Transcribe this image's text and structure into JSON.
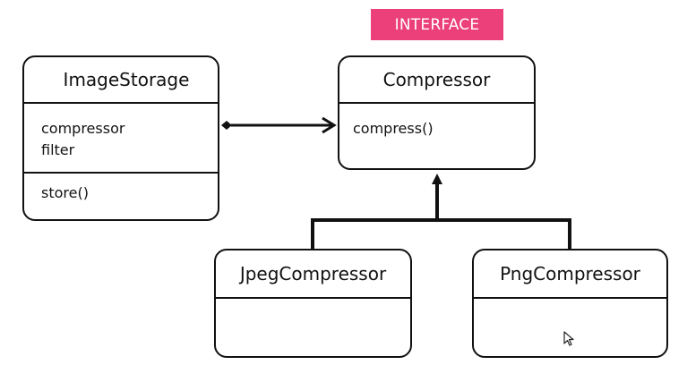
{
  "stereotype": "INTERFACE",
  "classes": {
    "image_storage": {
      "name": "ImageStorage",
      "fields": [
        "compressor",
        "filter"
      ],
      "methods": [
        "store()"
      ]
    },
    "compressor": {
      "name": "Compressor",
      "methods": [
        "compress()"
      ]
    },
    "jpeg_compressor": {
      "name": "JpegCompressor"
    },
    "png_compressor": {
      "name": "PngCompressor"
    }
  },
  "colors": {
    "stereotype_bg": "#ec407a",
    "stroke": "#111111"
  },
  "relations": [
    {
      "type": "composition",
      "from": "ImageStorage",
      "to": "Compressor"
    },
    {
      "type": "realization",
      "from": "JpegCompressor",
      "to": "Compressor"
    },
    {
      "type": "realization",
      "from": "PngCompressor",
      "to": "Compressor"
    }
  ]
}
